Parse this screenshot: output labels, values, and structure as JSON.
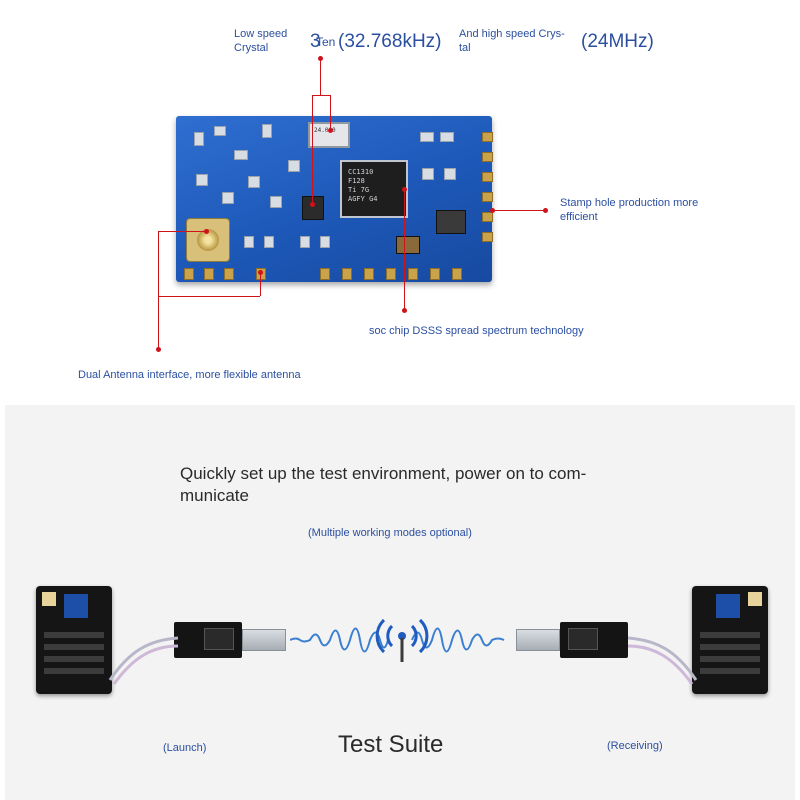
{
  "top": {
    "low_speed_crystal": "Low speed\nCrystal",
    "crystal_prefix": "3",
    "crystal_ten": "Ten",
    "crystal_low_freq": "(32.768kHz)",
    "high_speed_crystal": "And high speed Crys-\ntal",
    "crystal_high_freq": "(24MHz)",
    "stamp_hole": "Stamp hole production more\nefficient",
    "soc_chip": "soc chip DSSS spread spectrum technology",
    "dual_antenna": "Dual Antenna interface, more flexible antenna",
    "chip_marking": "CC1310\nF128\nTi 7G\nAGFY G4",
    "crystal_marking": "24.000"
  },
  "bottom": {
    "headline": "Quickly set up the test environment, power on to com-\nmunicate",
    "modes": "(Multiple working modes optional)",
    "launch": "(Launch)",
    "suite": "Test Suite",
    "receiving": "(Receiving)"
  },
  "colors": {
    "label": "#2b4fa0",
    "callout": "#d0121b",
    "pcb": "#1d58b8",
    "wave": "#3a7fd0"
  },
  "icons": {
    "wireless": "wireless-signal-icon"
  }
}
